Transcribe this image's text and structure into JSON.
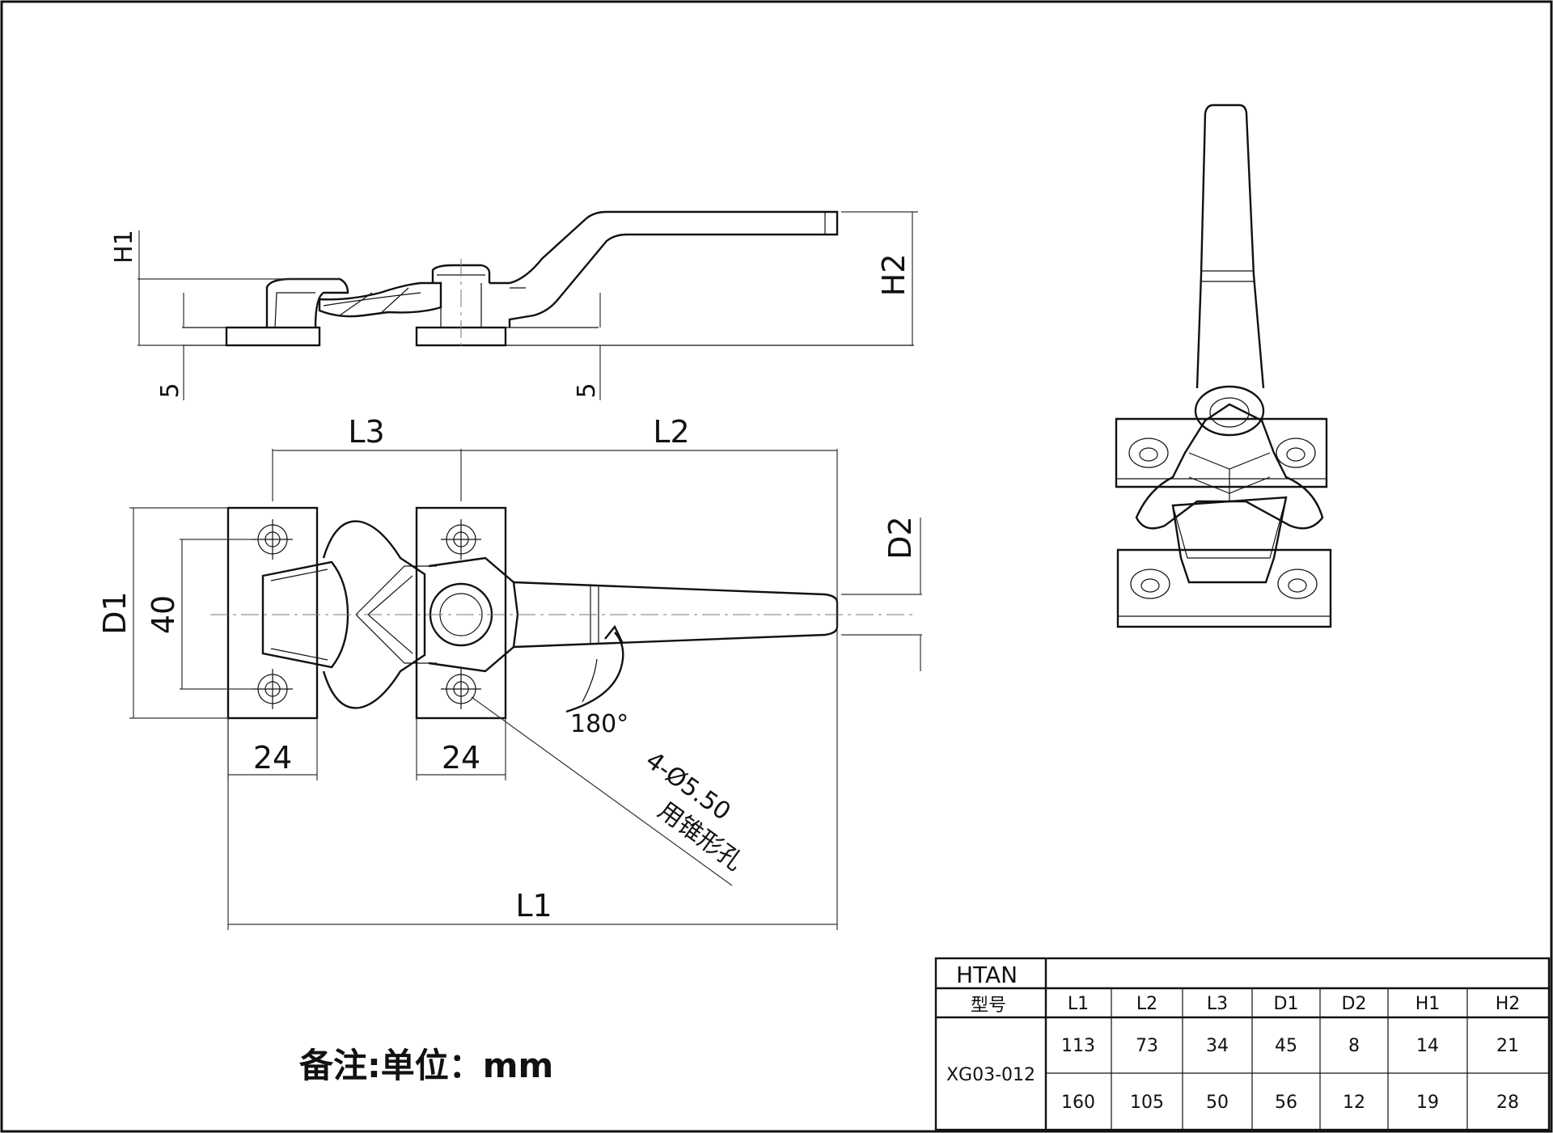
{
  "dimensions": {
    "h1": "H1",
    "h2": "H2",
    "five_left": "5",
    "five_right": "5",
    "l1": "L1",
    "l2": "L2",
    "l3": "L3",
    "d1": "D1",
    "d2": "D2",
    "forty": "40",
    "twentyfour_left": "24",
    "twentyfour_right": "24",
    "rotation": "180°",
    "holes": "4-Ø5.50",
    "holes_note": "用锥形孔"
  },
  "note": "备注:单位：mm",
  "table": {
    "brand": "HTAN",
    "model_header": "型号",
    "columns": [
      "L1",
      "L2",
      "L3",
      "D1",
      "D2",
      "H1",
      "H2"
    ],
    "model": "XG03-012",
    "rows": [
      [
        "113",
        "73",
        "34",
        "45",
        "8",
        "14",
        "21"
      ],
      [
        "160",
        "105",
        "50",
        "56",
        "12",
        "19",
        "28"
      ]
    ]
  }
}
